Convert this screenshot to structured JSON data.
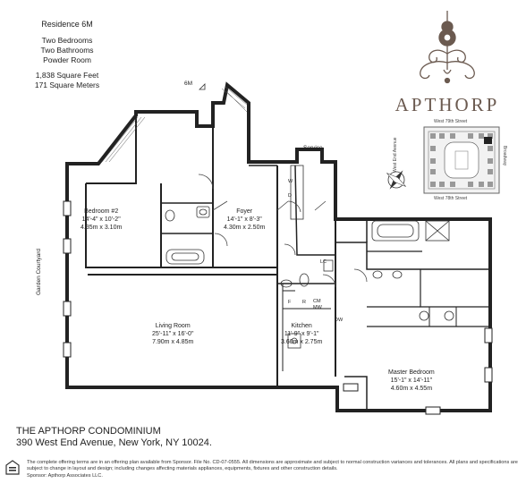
{
  "residence": {
    "title": "Residence 6M",
    "features": [
      "Two Bedrooms",
      "Two Bathrooms",
      "Powder Room"
    ],
    "area_ft": "1,838 Square Feet",
    "area_m": "171 Square Meters"
  },
  "brand": {
    "name": "APTHORP"
  },
  "keymap": {
    "north_street": "West 79th Street",
    "south_street": "West 78th Street",
    "west_avenue": "West End Avenue",
    "east_avenue": "Broadway"
  },
  "plan": {
    "unit_marker": "6M",
    "service": "Service",
    "garden_courtyard": "Garden Courtyard",
    "rooms": [
      {
        "name": "Bedroom #2",
        "dim_imperial": "14'-4\" x 10'-2\"",
        "dim_metric": "4.35m x 3.10m"
      },
      {
        "name": "Foyer",
        "dim_imperial": "14'-1\" x 8'-3\"",
        "dim_metric": "4.30m x 2.50m"
      },
      {
        "name": "Living Room",
        "dim_imperial": "25'-11\" x 16'-0\"",
        "dim_metric": "7.90m x 4.85m"
      },
      {
        "name": "Kitchen",
        "dim_imperial": "11'-9\" x 9'-1\"",
        "dim_metric": "3.60m x 2.75m"
      },
      {
        "name": "Master Bedroom",
        "dim_imperial": "15'-1\" x 14'-11\"",
        "dim_metric": "4.60m x 4.55m"
      }
    ],
    "fixtures": {
      "washer": "W",
      "dryer": "D",
      "linen_closet": "LC",
      "cm": "CM",
      "mw": "MW",
      "fridge": "F",
      "range": "R",
      "dishwasher": "DW"
    }
  },
  "footer": {
    "title": "THE APTHORP CONDOMINIUM",
    "address": "390 West End Avenue, New York, NY 10024.",
    "disclaimer": "The complete offering terms are in an offering plan available from Sponsor. File No. CD-07-0555. All dimensions are approximate and subject to normal construction variances and tolerances. All plans and specifications are subject to change in layout and design; including changes affecting materials appliances, equipments, fixtures and other construction details.",
    "sponsor": "Sponsor: Apthorp Associates LLC."
  }
}
